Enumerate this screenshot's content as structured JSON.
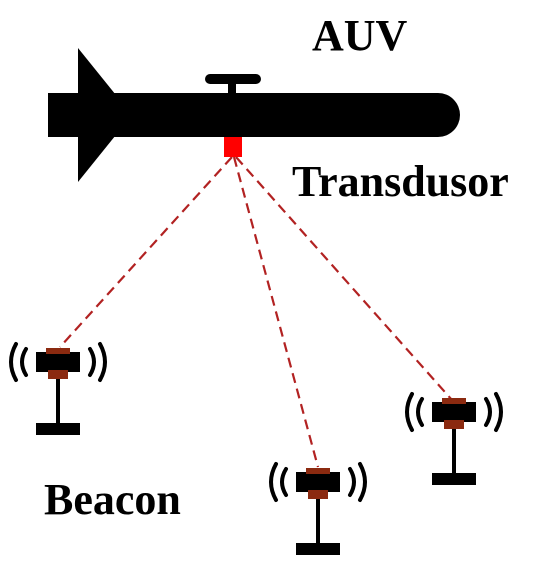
{
  "labels": {
    "auv": "AUV",
    "transducer": "Transdusor",
    "beacon": "Beacon"
  },
  "colors": {
    "hull": "#000000",
    "transducer": "#ff0000",
    "acoustic_link": "#b22222",
    "beacon_emitter": "#8b2a10"
  },
  "icons": {
    "vehicle": "auv-icon",
    "transducer": "transducer-icon",
    "beacon": "beacon-icon",
    "signal": "signal-waves-icon"
  },
  "beacons": [
    {
      "id": "left"
    },
    {
      "id": "center"
    },
    {
      "id": "right"
    }
  ]
}
